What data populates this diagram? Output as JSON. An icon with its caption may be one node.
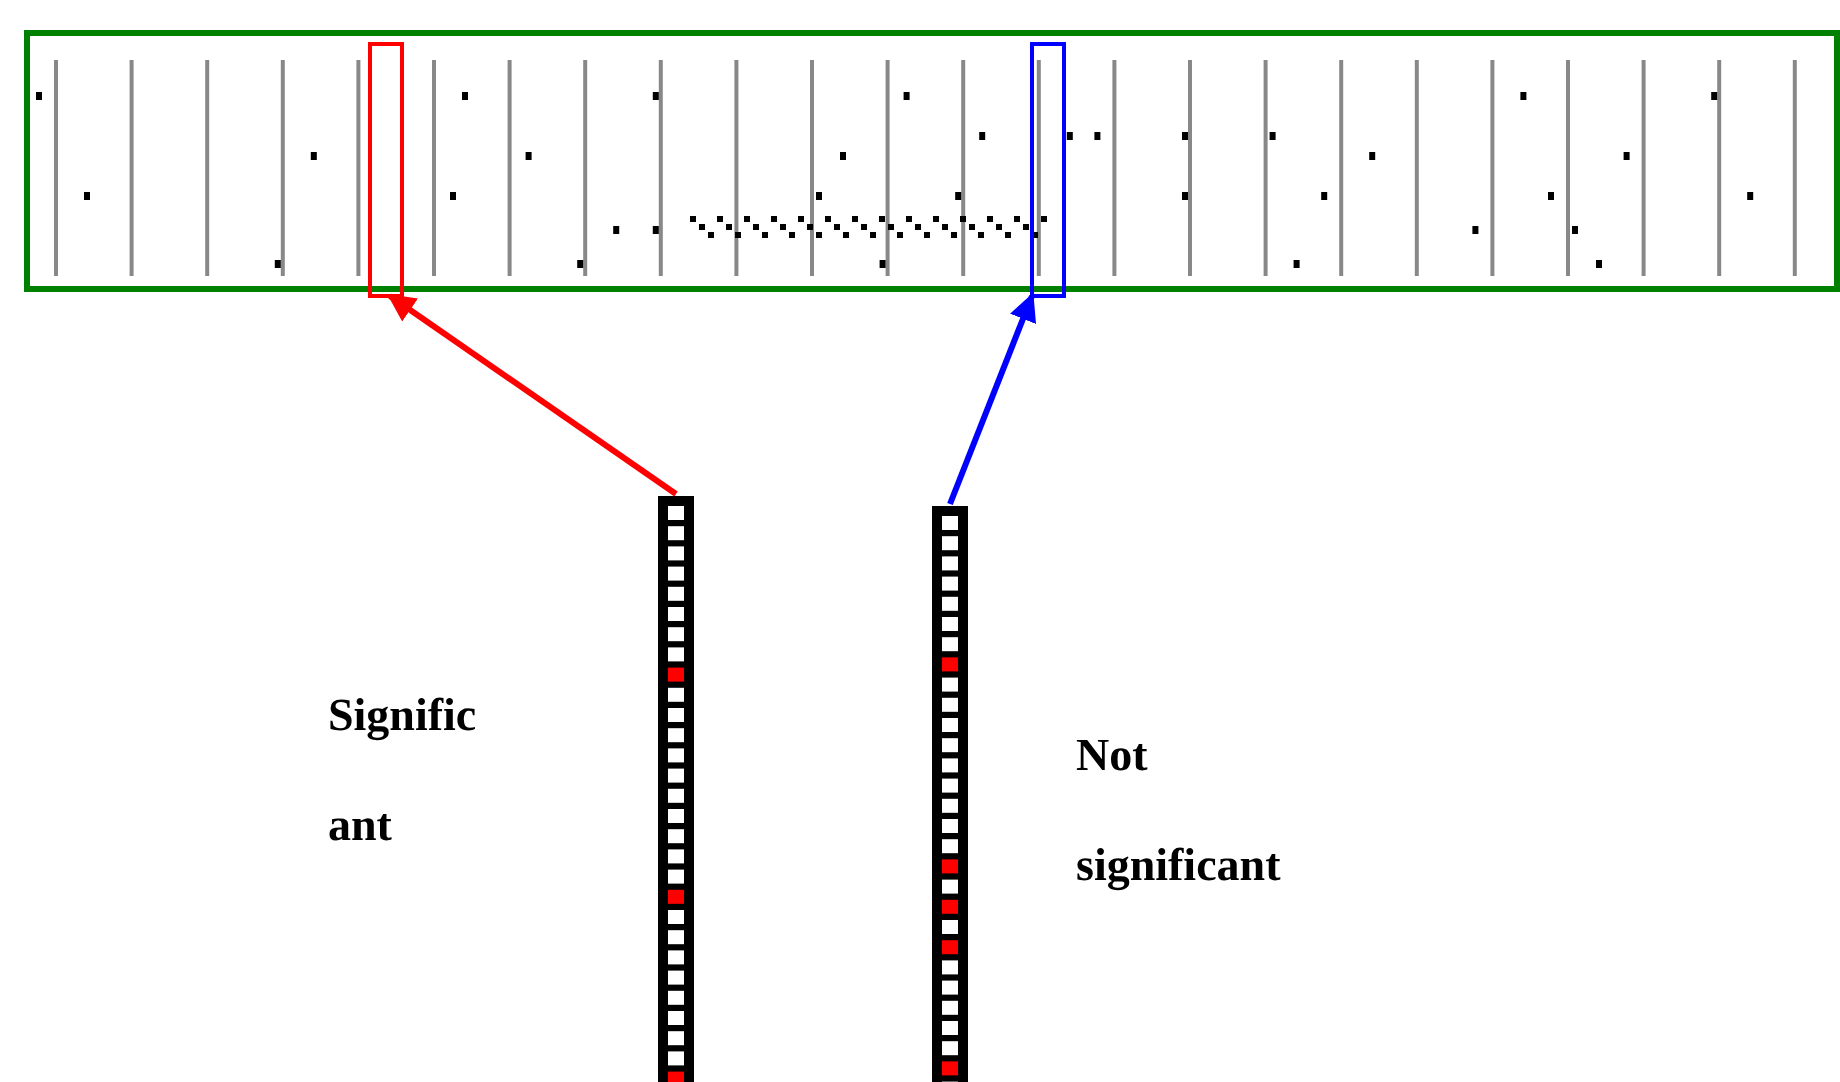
{
  "diagram": {
    "nodes": [
      {
        "text": [],
        "shape": "picture"
      },
      {
        "text": [],
        "shape": "box",
        "in": 0
      },
      {
        "text": [],
        "shape": "box",
        "in": 0
      },
      {
        "text": [],
        "shape": "bar"
      },
      {
        "text": [],
        "shape": "bar"
      }
    ],
    "edges": [
      {
        "from": 3,
        "to": 1,
        "arrow": "to",
        "color": "#ff0000"
      },
      {
        "from": 4,
        "to": 2,
        "arrow": "to",
        "color": "#0000ff"
      }
    ],
    "labels": [
      "Signific ant",
      "Not significant"
    ]
  }
}
